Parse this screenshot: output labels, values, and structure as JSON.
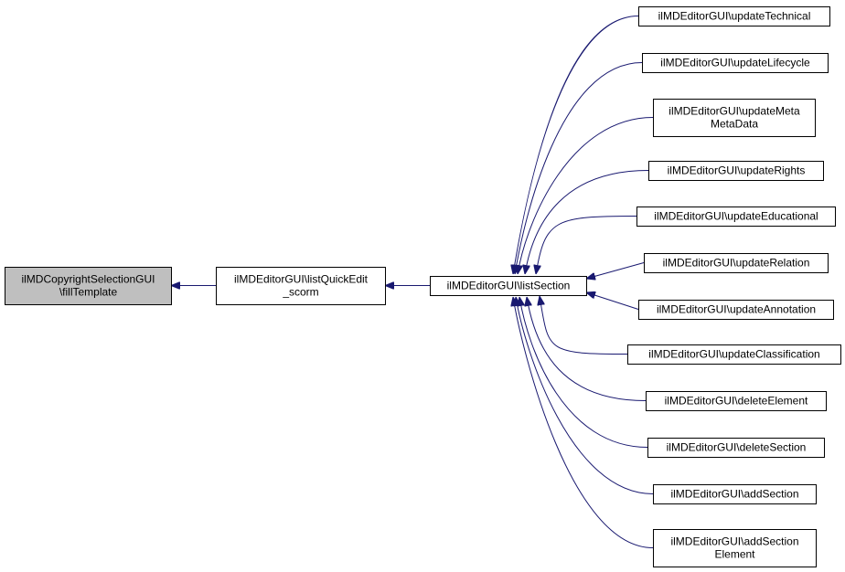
{
  "diagram": {
    "colors": {
      "edge": "#191970",
      "node_border": "#000000",
      "node_fill": "#ffffff",
      "focus_fill": "#bfbfbf"
    },
    "nodes": [
      {
        "id": "fill-template",
        "lines": [
          "ilMDCopyrightSelectionGUI",
          "\\fillTemplate"
        ],
        "highlighted": true
      },
      {
        "id": "list-quick-edit-scorm",
        "lines": [
          "ilMDEditorGUI\\listQuickEdit",
          "_scorm"
        ]
      },
      {
        "id": "list-section",
        "lines": [
          "ilMDEditorGUI\\listSection"
        ]
      },
      {
        "id": "update-technical",
        "lines": [
          "ilMDEditorGUI\\updateTechnical"
        ]
      },
      {
        "id": "update-lifecycle",
        "lines": [
          "ilMDEditorGUI\\updateLifecycle"
        ]
      },
      {
        "id": "update-meta-metadata",
        "lines": [
          "ilMDEditorGUI\\updateMeta",
          "MetaData"
        ]
      },
      {
        "id": "update-rights",
        "lines": [
          "ilMDEditorGUI\\updateRights"
        ]
      },
      {
        "id": "update-educational",
        "lines": [
          "ilMDEditorGUI\\updateEducational"
        ]
      },
      {
        "id": "update-relation",
        "lines": [
          "ilMDEditorGUI\\updateRelation"
        ]
      },
      {
        "id": "update-annotation",
        "lines": [
          "ilMDEditorGUI\\updateAnnotation"
        ]
      },
      {
        "id": "update-classification",
        "lines": [
          "ilMDEditorGUI\\updateClassification"
        ]
      },
      {
        "id": "delete-element",
        "lines": [
          "ilMDEditorGUI\\deleteElement"
        ]
      },
      {
        "id": "delete-section",
        "lines": [
          "ilMDEditorGUI\\deleteSection"
        ]
      },
      {
        "id": "add-section",
        "lines": [
          "ilMDEditorGUI\\addSection"
        ]
      },
      {
        "id": "add-section-element",
        "lines": [
          "ilMDEditorGUI\\addSection",
          "Element"
        ]
      }
    ],
    "edges": [
      {
        "from": "list-quick-edit-scorm",
        "to": "fill-template"
      },
      {
        "from": "list-section",
        "to": "list-quick-edit-scorm"
      },
      {
        "from": "update-technical",
        "to": "list-section"
      },
      {
        "from": "update-lifecycle",
        "to": "list-section"
      },
      {
        "from": "update-meta-metadata",
        "to": "list-section"
      },
      {
        "from": "update-rights",
        "to": "list-section"
      },
      {
        "from": "update-educational",
        "to": "list-section"
      },
      {
        "from": "update-relation",
        "to": "list-section"
      },
      {
        "from": "update-annotation",
        "to": "list-section"
      },
      {
        "from": "update-classification",
        "to": "list-section"
      },
      {
        "from": "delete-element",
        "to": "list-section"
      },
      {
        "from": "delete-section",
        "to": "list-section"
      },
      {
        "from": "add-section",
        "to": "list-section"
      },
      {
        "from": "add-section-element",
        "to": "list-section"
      }
    ]
  }
}
